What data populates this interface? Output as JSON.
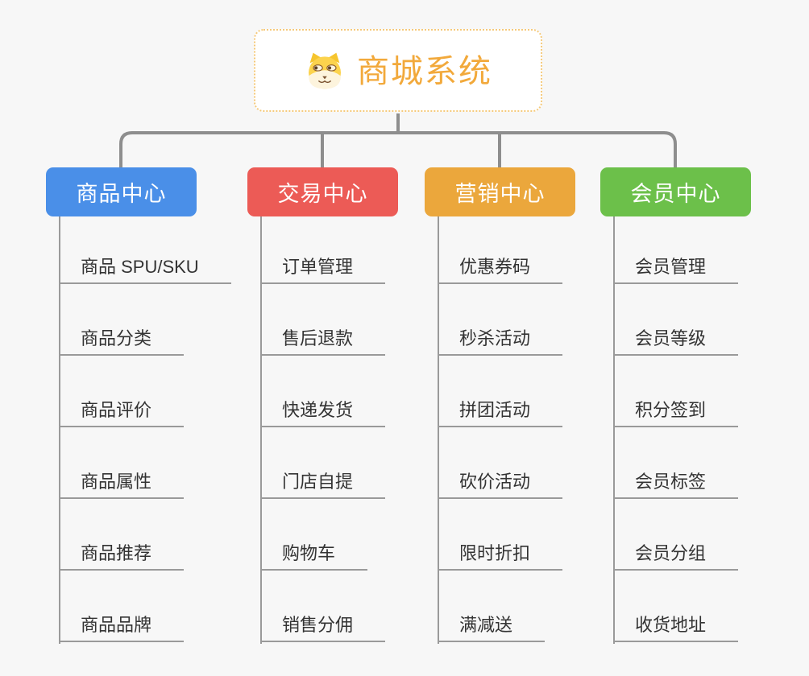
{
  "app": {
    "background_color": "#f7f7f7",
    "connector_color": "#8e8e8e",
    "leaf_line_color": "#9a9a9a"
  },
  "root": {
    "title": "商城系统",
    "icon": "dog-face",
    "text_color": "#f2a93b",
    "border_color": "#f5c97a"
  },
  "branches": [
    {
      "label": "商品中心",
      "color": "#4a8fe8",
      "items": [
        "商品 SPU/SKU",
        "商品分类",
        "商品评价",
        "商品属性",
        "商品推荐",
        "商品品牌"
      ]
    },
    {
      "label": "交易中心",
      "color": "#ec5b56",
      "items": [
        "订单管理",
        "售后退款",
        "快递发货",
        "门店自提",
        "购物车",
        "销售分佣"
      ]
    },
    {
      "label": "营销中心",
      "color": "#eba73c",
      "items": [
        "优惠券码",
        "秒杀活动",
        "拼团活动",
        "砍价活动",
        "限时折扣",
        "满减送"
      ]
    },
    {
      "label": "会员中心",
      "color": "#6cc04a",
      "items": [
        "会员管理",
        "会员等级",
        "积分签到",
        "会员标签",
        "会员分组",
        "收货地址"
      ]
    }
  ]
}
